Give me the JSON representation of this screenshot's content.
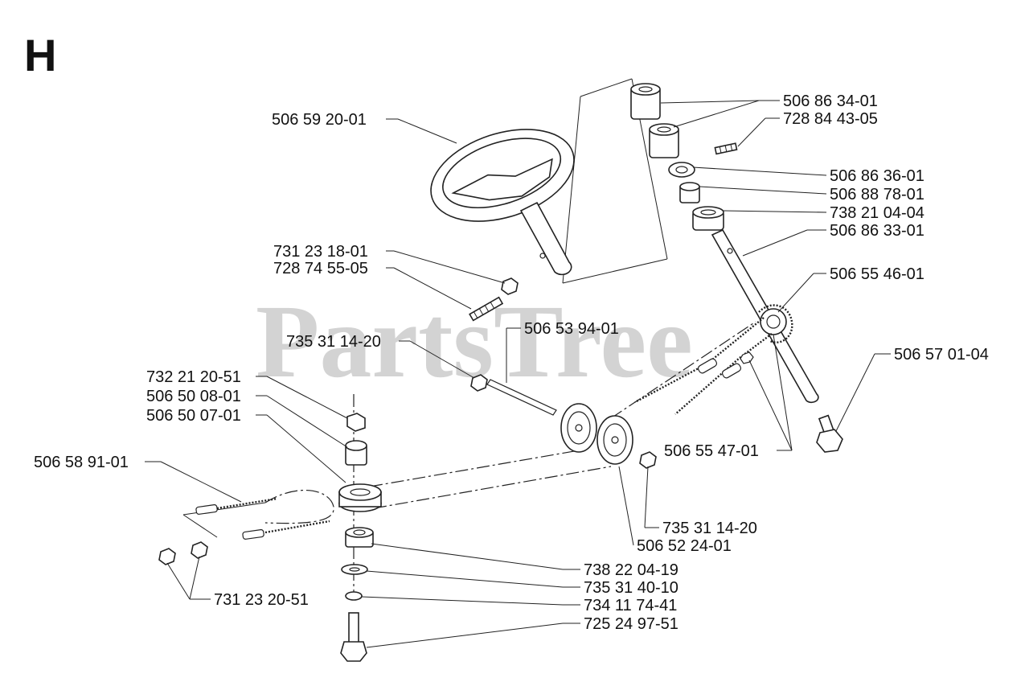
{
  "section_letter": "H",
  "watermark": "PartsTree",
  "labels": {
    "steering_wheel": "506 59 20-01",
    "nut_upper": "731 23 18-01",
    "screw_upper": "728 74 55-05",
    "bushing_top": "506 86 34-01",
    "set_screw": "728 84 43-05",
    "washer_top": "506 86 36-01",
    "bushing_mid": "506 88 78-01",
    "bearing_upper": "738 21 04-04",
    "steering_shaft": "506 86 33-01",
    "sprocket_chain": "506 55 46-01",
    "axle_pin": "506 53 94-01",
    "nut_axle": "735 31 14-20",
    "bolt_right": "506 57 01-04",
    "link_chain": "506 55 47-01",
    "locknut_left": "732 21 20-51",
    "spacer_left": "506 50 08-01",
    "pulley_left": "506 50 07-01",
    "steering_cable": "506 58 91-01",
    "nut_pulley": "735 31 14-20",
    "pulley_pair": "506 52 24-01",
    "bearing_lower": "738 22 04-19",
    "clip_lower": "735 31 40-10",
    "washer_lower": "734 11 74-41",
    "bolt_lower": "725 24 97-51",
    "nuts_cable": "731 23 20-51"
  }
}
